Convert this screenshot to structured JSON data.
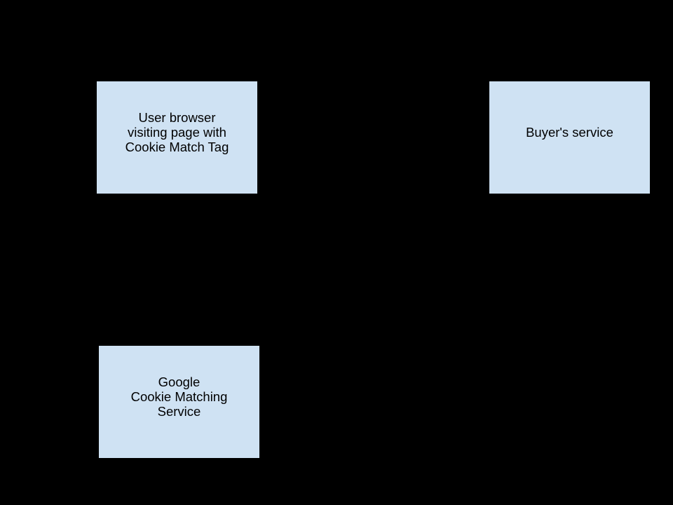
{
  "diagram": {
    "background_color": "#000000",
    "node_fill_color": "#cfe2f3",
    "node_border_color": "#000000",
    "node_text_color": "#000000",
    "nodes": [
      {
        "id": "user-browser",
        "lines": [
          "User browser",
          "visiting page with",
          "Cookie Match Tag"
        ]
      },
      {
        "id": "buyers-service",
        "lines": [
          "Buyer's service"
        ]
      },
      {
        "id": "google-cookie-matching-service",
        "lines": [
          "Google",
          "Cookie Matching",
          "Service"
        ]
      }
    ]
  }
}
